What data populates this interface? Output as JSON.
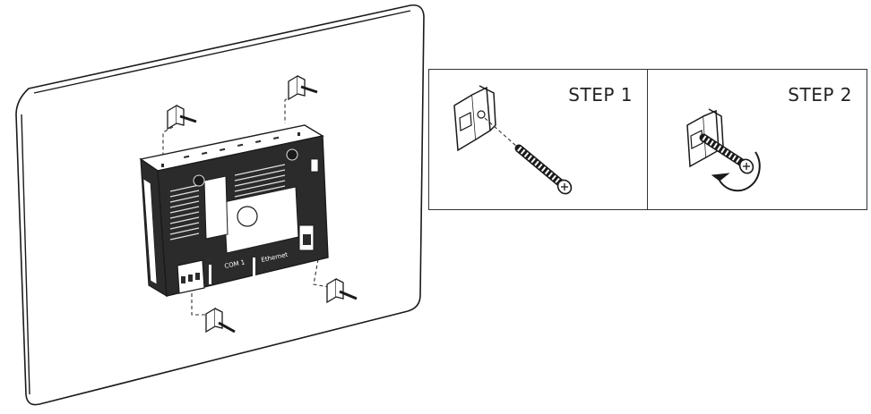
{
  "steps": [
    {
      "label": "STEP 1"
    },
    {
      "label": "STEP 2"
    }
  ],
  "panel": {
    "port_labels": [
      "COM 1",
      "Ethernet"
    ],
    "colors": {
      "line": "#1a1a1a",
      "device_body": "#2b2b2b",
      "vents": "#e0e0e0"
    }
  },
  "icons": [
    "mounting-clip-icon",
    "screw-icon",
    "rotate-arrow-icon"
  ]
}
